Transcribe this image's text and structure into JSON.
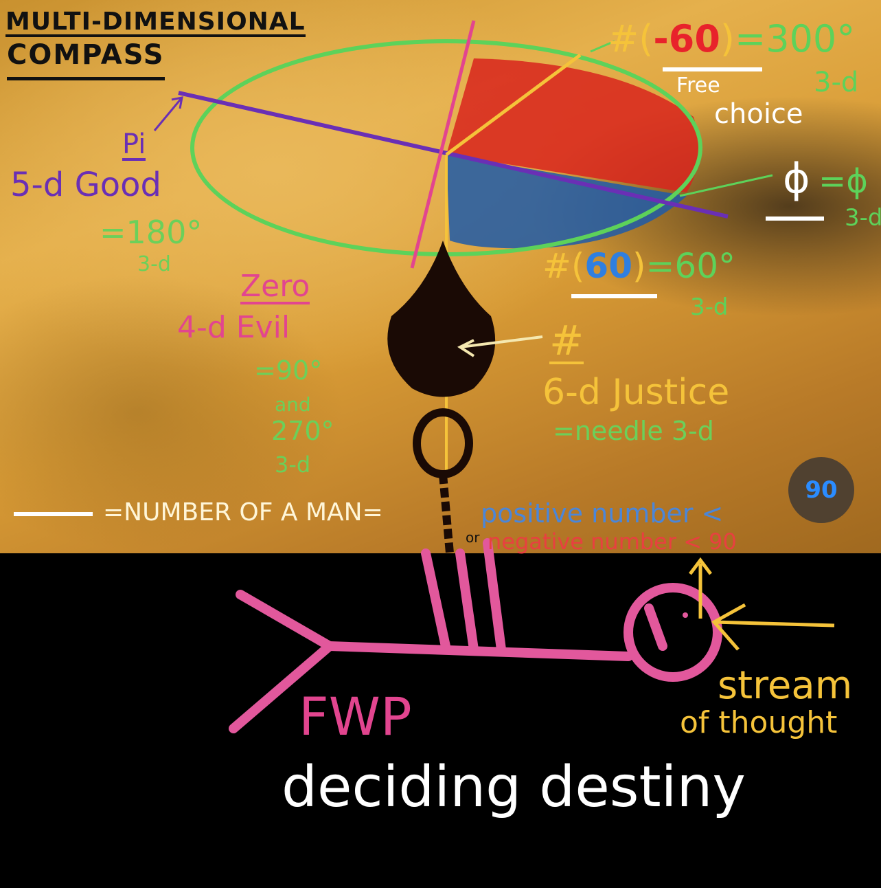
{
  "title": {
    "line1": "MULTI-DIMENSIONAL",
    "line2": "COMPASS"
  },
  "labels": {
    "pi": "Pi",
    "good": "5-d Good",
    "deg180": "=180°",
    "deg180_dim": "3-d",
    "zero": "Zero",
    "evil": "4-d Evil",
    "deg90": "=90°",
    "and": "and",
    "deg270": "270°",
    "deg270_dim": "3-d",
    "neg60_hash": "#(",
    "neg60": "-60",
    "neg60_close": ")",
    "deg300": "=300°",
    "deg300_dim": "3-d",
    "free": "Free",
    "choice": "choice",
    "phi": "ϕ",
    "phi_eq": "=ϕ",
    "phi_dim": "3-d",
    "pos60_hash": "#(",
    "pos60": "60",
    "pos60_close": ")",
    "deg60": "=60°",
    "deg60_dim": "3-d",
    "hash": "#",
    "justice": "6-d Justice",
    "needle": "=needle 3-d",
    "number_of_man": "=NUMBER OF A MAN=",
    "positive": "positive number <",
    "or": "or",
    "negative": "negative number < 90"
  },
  "drawing": {
    "fwp": "FWP",
    "stream": "stream",
    "of_thought": "of thought",
    "deciding": "deciding destiny"
  },
  "live_text_button": {
    "icon": "live-text-scan-icon",
    "label": "90"
  },
  "colors": {
    "green": "#5dd25a",
    "purple": "#6a2fb5",
    "pink": "#e2458f",
    "yellow": "#f5c33a",
    "red": "#e8232b",
    "blue": "#2f6fd6",
    "white": "#ffffff"
  }
}
